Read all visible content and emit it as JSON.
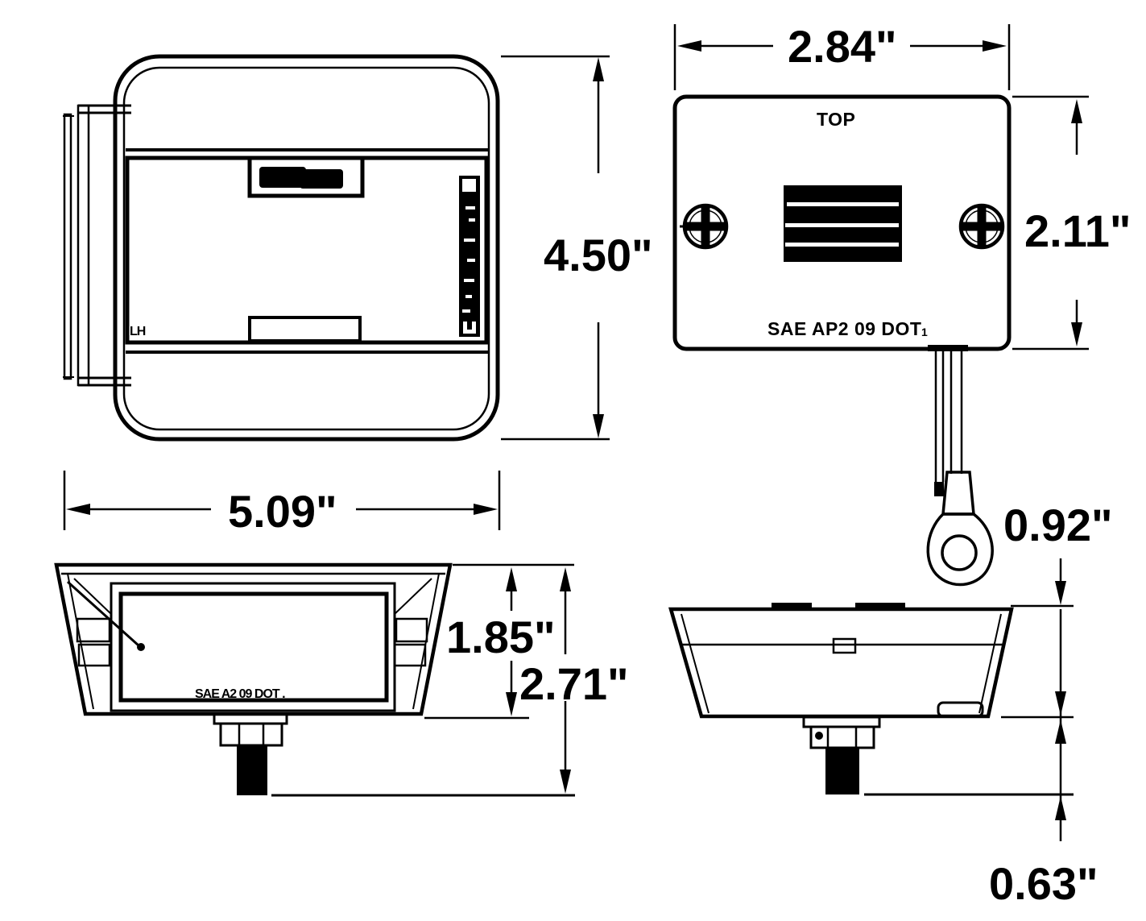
{
  "drawing_title": "lamp-dimension-drawing",
  "colors": {
    "ink": "#000000",
    "paper": "#ffffff"
  },
  "views": {
    "front": {
      "width_dim": "5.09\"",
      "height_dim": "4.50\"",
      "marking": "LH"
    },
    "back": {
      "top_marking": "TOP",
      "width_dim": "2.84\"",
      "height_dim": "2.11\"",
      "cert_marking": "SAE AP2 09 DOT",
      "cert_suffix": "1"
    },
    "side": {
      "body_height_dim": "1.85\"",
      "overall_height_dim": "2.71\"",
      "lens_marking": "SAE A2 09 DOT ."
    },
    "top": {
      "depth_dim": "0.92\"",
      "stud_dim": "0.63\""
    }
  }
}
